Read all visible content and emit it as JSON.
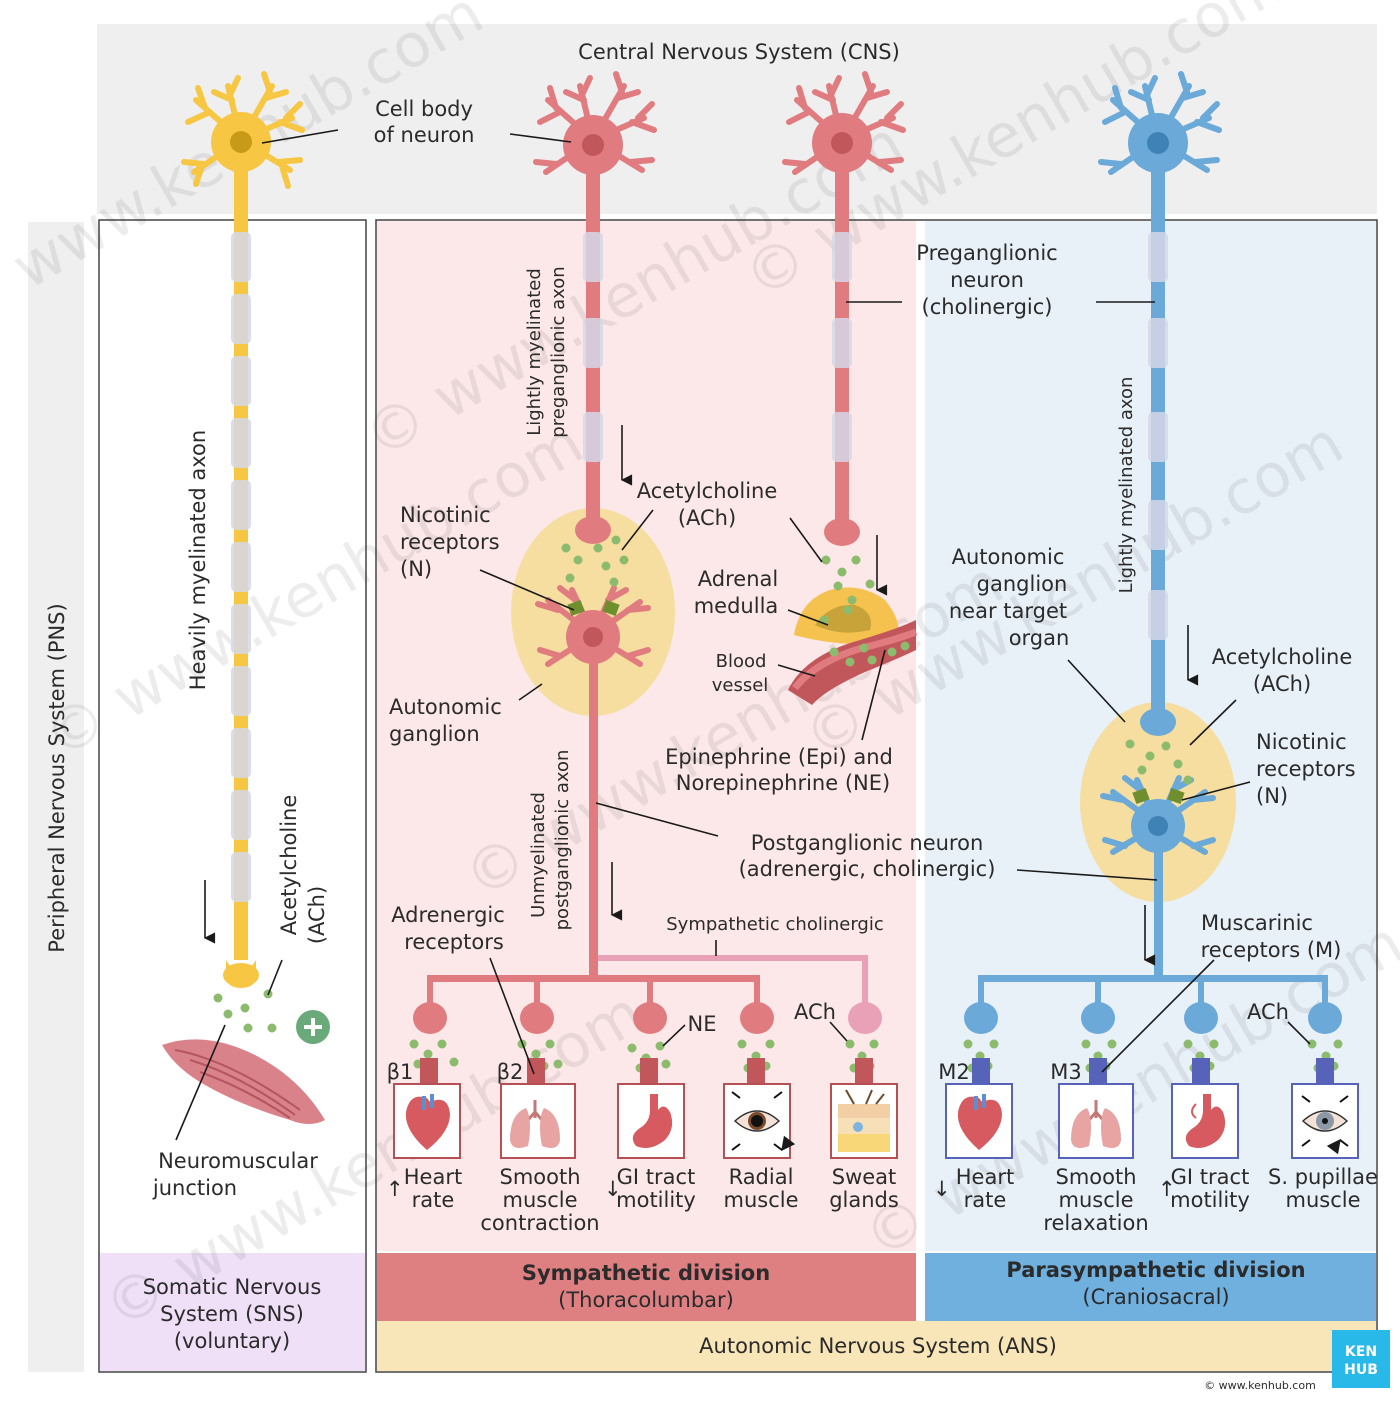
{
  "titles": {
    "cns": "Central Nervous System (CNS)",
    "pns": "Peripheral Nervous System (PNS)",
    "ans": "Autonomic Nervous System (ANS)",
    "somatic_1": "Somatic Nervous",
    "somatic_2": "System (SNS)",
    "somatic_3": "(voluntary)",
    "sympathetic_1": "Sympathetic division",
    "sympathetic_2": "(Thoracolumbar)",
    "parasympathetic_1": "Parasympathetic division",
    "parasympathetic_2": "(Craniosacral)"
  },
  "labels": {
    "cell_body_1": "Cell body",
    "cell_body_2": "of neuron",
    "heavily_axon": "Heavily myelinated axon",
    "somatic_ach_1": "Acetylcholine",
    "somatic_ach_2": "(ACh)",
    "nmj_1": "Neuromuscular",
    "nmj_2": "junction",
    "lightly_pre_1": "Lightly myelinated",
    "lightly_pre_2": "preganglionic axon",
    "symp_ach_1": "Acetylcholine",
    "symp_ach_2": "(ACh)",
    "nicotinic_1": "Nicotinic",
    "nicotinic_2": "receptors",
    "nicotinic_3": "(N)",
    "auto_ganglion_1": "Autonomic",
    "auto_ganglion_2": "ganglion",
    "adrenal_1": "Adrenal",
    "adrenal_2": "medulla",
    "blood_1": "Blood",
    "blood_2": "vessel",
    "epi_1": "Epinephrine (Epi) and",
    "epi_2": "Norepinephrine (NE)",
    "pre_neuron_1": "Preganglionic",
    "pre_neuron_2": "neuron",
    "pre_neuron_3": "(cholinergic)",
    "unmyel_1": "Unmyelinated",
    "unmyel_2": "postganglionic axon",
    "post_neuron_1": "Postganglionic neuron",
    "post_neuron_2": "(adrenergic, cholinergic)",
    "adrenergic_1": "Adrenergic",
    "adrenergic_2": "receptors",
    "symp_cholinergic": "Sympathetic cholinergic",
    "ne": "NE",
    "ach_symp": "ACh",
    "lightly_para": "Lightly myelinated axon",
    "near_ganglion_1": "Autonomic",
    "near_ganglion_2": "ganglion",
    "near_ganglion_3": "near target",
    "near_ganglion_4": "organ",
    "para_ach_1": "Acetylcholine",
    "para_ach_2": "(ACh)",
    "para_nic_1": "Nicotinic",
    "para_nic_2": "receptors",
    "para_nic_3": "(N)",
    "musc_1": "Muscarinic",
    "musc_2": "receptors (M)",
    "ach_para": "ACh",
    "beta1": "β1",
    "beta2": "β2",
    "m2": "M2",
    "m3": "M3"
  },
  "sympathetic_targets": [
    {
      "icon": "heart-icon",
      "arrow": "↑",
      "line1": "Heart",
      "line2": "rate",
      "line3": ""
    },
    {
      "icon": "lungs-icon",
      "arrow": "",
      "line1": "Smooth",
      "line2": "muscle",
      "line3": "contraction"
    },
    {
      "icon": "stomach-icon",
      "arrow": "↓",
      "line1": "GI tract",
      "line2": "motility",
      "line3": ""
    },
    {
      "icon": "eye-dilated-icon",
      "arrow": "",
      "line1": "Radial",
      "line2": "muscle",
      "line3": ""
    },
    {
      "icon": "sweat-gland-icon",
      "arrow": "",
      "line1": "Sweat",
      "line2": "glands",
      "line3": ""
    }
  ],
  "parasympathetic_targets": [
    {
      "icon": "heart-icon",
      "arrow": "↓",
      "line1": "Heart",
      "line2": "rate",
      "line3": ""
    },
    {
      "icon": "lungs-icon",
      "arrow": "",
      "line1": "Smooth",
      "line2": "muscle",
      "line3": "relaxation"
    },
    {
      "icon": "stomach-icon",
      "arrow": "↑",
      "line1": "GI tract",
      "line2": "motility",
      "line3": ""
    },
    {
      "icon": "eye-constricted-icon",
      "arrow": "",
      "line1": "S. pupillae",
      "line2": "muscle",
      "line3": ""
    }
  ],
  "branding": {
    "logo_1": "KEN",
    "logo_2": "HUB",
    "url": "© www.kenhub.com"
  },
  "colors": {
    "somatic": "#f7c744",
    "sympathetic": "#e07c7f",
    "parasympathetic": "#6aa9d8",
    "ganglion": "#f5dea0",
    "ach_dot": "#8dbb6e",
    "cns_bg": "#efeff0",
    "symp_bg": "#fce8e8",
    "para_bg": "#e8f0f8",
    "somatic_bg": "#efe0f8",
    "ans_bg": "#f8e6b8",
    "kenhub": "#28b9e8"
  }
}
